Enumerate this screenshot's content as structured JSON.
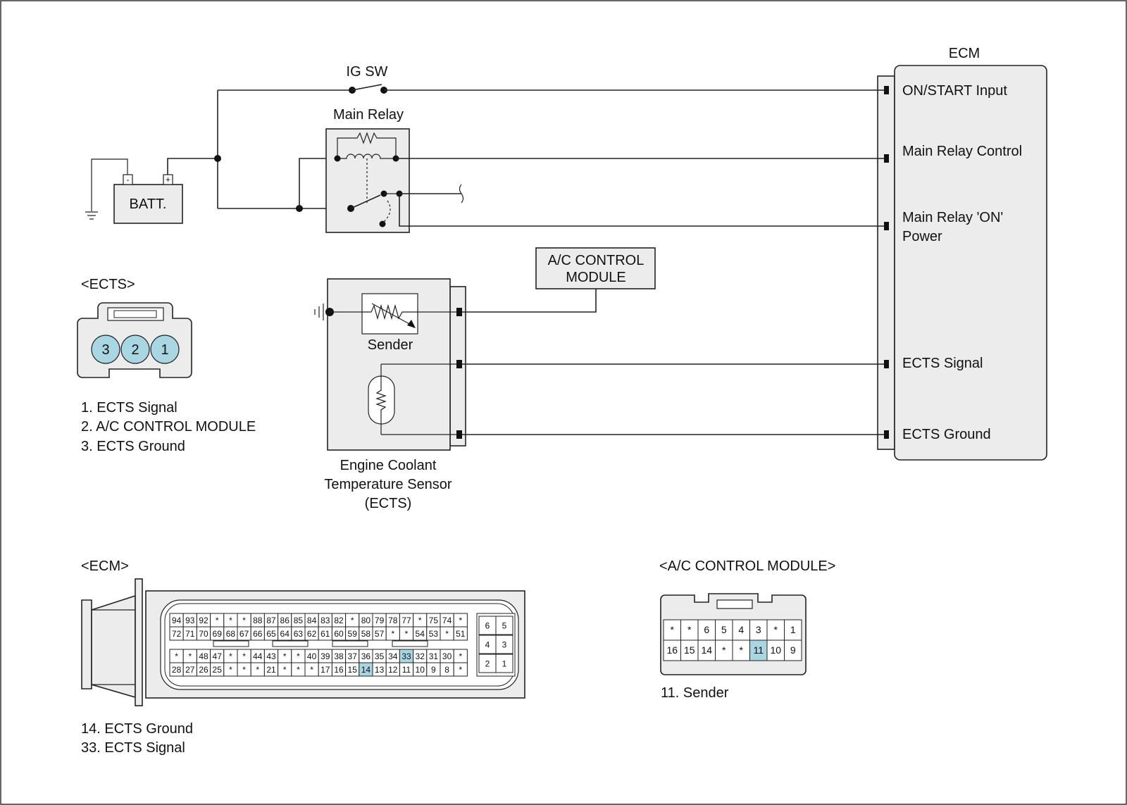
{
  "ecm": {
    "title": "ECM",
    "pins": [
      "ON/START Input",
      "Main Relay Control",
      "Main Relay 'ON'",
      "Power",
      "ECTS Signal",
      "ECTS Ground"
    ]
  },
  "ig_sw": "IG SW",
  "main_relay": "Main Relay",
  "battery": {
    "label": "BATT.",
    "minus": "-",
    "plus": "+"
  },
  "ac_module": {
    "line1": "A/C CONTROL",
    "line2": "MODULE"
  },
  "sensor": {
    "sender": "Sender",
    "name_lines": [
      "Engine Coolant",
      "Temperature Sensor",
      "(ECTS)"
    ]
  },
  "ects_connector": {
    "title": "<ECTS>",
    "pins": [
      "3",
      "2",
      "1"
    ],
    "legend": [
      "1. ECTS Signal",
      "2. A/C CONTROL MODULE",
      "3. ECTS Ground"
    ]
  },
  "ecm_connector": {
    "title": "<ECM>",
    "rows": [
      [
        "94",
        "93",
        "92",
        "*",
        "*",
        "*",
        "88",
        "87",
        "86",
        "85",
        "84",
        "83",
        "82",
        "*",
        "80",
        "79",
        "78",
        "77",
        "*",
        "75",
        "74",
        "*"
      ],
      [
        "72",
        "71",
        "70",
        "69",
        "68",
        "67",
        "66",
        "65",
        "64",
        "63",
        "62",
        "61",
        "60",
        "59",
        "58",
        "57",
        "*",
        "*",
        "54",
        "53",
        "*",
        "51"
      ],
      [
        "*",
        "*",
        "48",
        "47",
        "*",
        "*",
        "44",
        "43",
        "*",
        "*",
        "40",
        "39",
        "38",
        "37",
        "36",
        "35",
        "34",
        "33",
        "32",
        "31",
        "30",
        "*"
      ],
      [
        "28",
        "27",
        "26",
        "25",
        "*",
        "*",
        "*",
        "21",
        "*",
        "*",
        "*",
        "17",
        "16",
        "15",
        "14",
        "13",
        "12",
        "11",
        "10",
        "9",
        "8",
        "*"
      ]
    ],
    "side_pins": [
      [
        "6",
        "5"
      ],
      [
        "4",
        "3"
      ],
      [
        "2",
        "1"
      ]
    ],
    "highlighted": [
      "33",
      "14"
    ],
    "legend": [
      "14. ECTS Ground",
      "33. ECTS Signal"
    ]
  },
  "ac_connector": {
    "title": "<A/C CONTROL MODULE>",
    "rows": [
      [
        "*",
        "*",
        "6",
        "5",
        "4",
        "3",
        "*",
        "1"
      ],
      [
        "16",
        "15",
        "14",
        "*",
        "*",
        "11",
        "10",
        "9"
      ]
    ],
    "highlighted": [
      "11"
    ],
    "legend": [
      "11. Sender"
    ]
  },
  "colors": {
    "highlight": "#a9d6e3",
    "box_fill": "#ececec",
    "line": "#222222"
  }
}
